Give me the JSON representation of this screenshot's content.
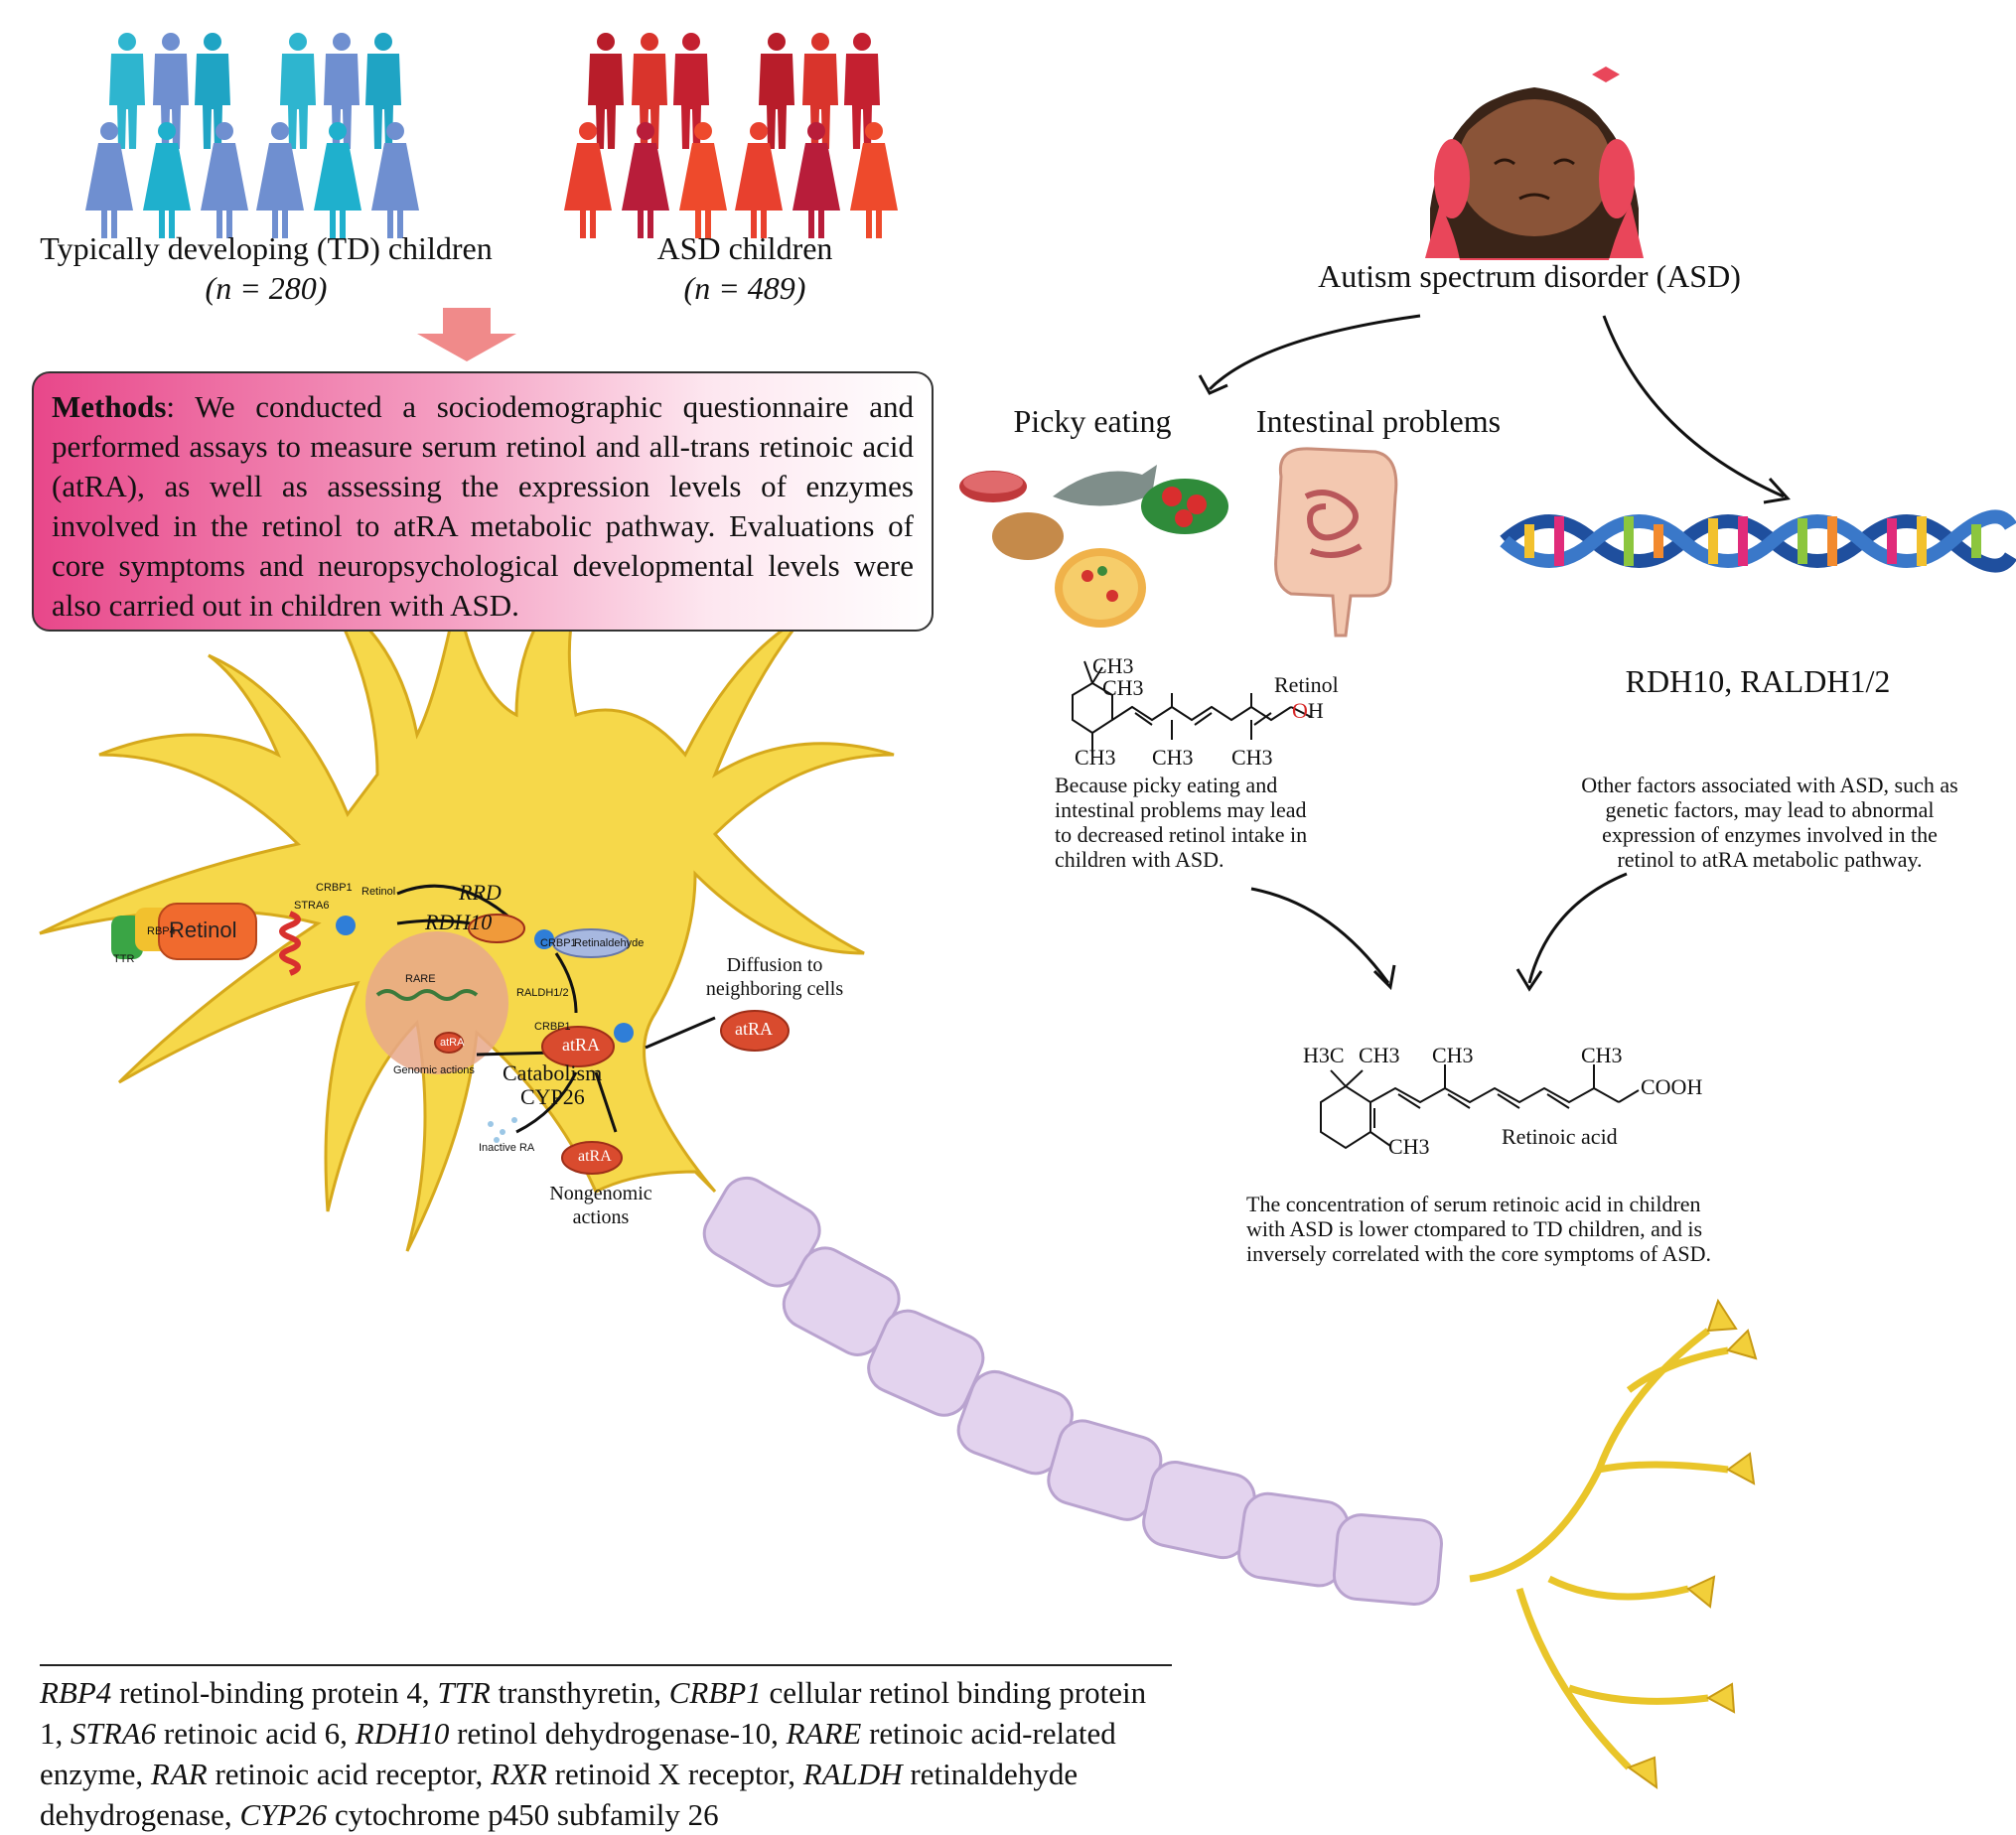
{
  "groups": {
    "td": {
      "label": "Typically developing (TD) children",
      "n_label": "(n = 280)",
      "color": "#2eb5cf"
    },
    "asd": {
      "label": "ASD children",
      "n_label": "(n = 489)",
      "color": "#d4232a"
    }
  },
  "methods": {
    "heading": "Methods",
    "text": ": We conducted a sociodemographic questionnaire and performed assays to measure serum retinol and all-trans retinoic acid (atRA), as well as assessing the expression levels of enzymes involved in the retinol to atRA metabolic pathway. Evaluations of core symptoms and neuropsychological developmental levels were also carried out in children with ASD."
  },
  "asd_title": "Autism spectrum disorder (ASD)",
  "picky_eating": "Picky eating",
  "intestinal_problems": "Intestinal problems",
  "enzymes_label": "RDH10, RALDH1/2",
  "retinol": {
    "name": "Retinol",
    "ch3_a": "CH3",
    "ch3_b": "CH3",
    "ch3_c": "CH3",
    "ch3_d": "CH3",
    "ch3_e": "CH3",
    "oh": "OH",
    "note": "Because picky eating and intestinal problems may lead to decreased retinol intake in children with ASD."
  },
  "other_factors": "Other factors associated with ASD, such as genetic factors, may lead to abnormal expression of enzymes involved in the retinol to atRA metabolic pathway.",
  "retinoic_acid": {
    "name": "Retinoic acid",
    "h3c": "H3C",
    "ch3_a": "CH3",
    "ch3_b": "CH3",
    "ch3_c": "CH3",
    "ch3_d": "CH3",
    "cooh": "COOH",
    "note": "The concentration of serum retinoic acid in children with ASD is lower ctompared to TD children, and is inversely correlated with the core symptoms of ASD."
  },
  "neuron": {
    "retinol": "Retinol",
    "rrd": "RRD",
    "rdh10": "RDH10",
    "crbp1_a": "CRBP1",
    "crbp1_b": "CRBP1",
    "crbp1_c": "CRBP1",
    "retinol_small": "Retinol",
    "retinaldehyde": "Retinaldehyde",
    "stra6": "STRA6",
    "rbp4": "RBP4",
    "ttr": "TTR",
    "raldh": "RALDH1/2",
    "rare": "RARE",
    "genomic": "Genomic actions",
    "atra_main": "atRA",
    "atra_nucleus": "atRA",
    "atra_diffusion": "atRA",
    "atra_nongenomic": "atRA",
    "diffusion": "Diffusion to neighboring cells",
    "catabolism": "Catabolism",
    "cyp26": "CYP26",
    "inactive": "Inactive RA",
    "nongenomic": "Nongenomic actions"
  },
  "legend": [
    {
      "abbr": "RBP4",
      "def": " retinol-binding protein 4, "
    },
    {
      "abbr": "TTR",
      "def": " transthyretin, "
    },
    {
      "abbr": "CRBP1",
      "def": " cellular retinol binding protein 1, "
    },
    {
      "abbr": "STRA6",
      "def": " retinoic acid 6, "
    },
    {
      "abbr": "RDH10",
      "def": " retinol dehydrogenase-10, "
    },
    {
      "abbr": "RARE",
      "def": " retinoic acid-related enzyme, "
    },
    {
      "abbr": "RAR",
      "def": " retinoic acid receptor, "
    },
    {
      "abbr": "RXR",
      "def": " retinoid X receptor, "
    },
    {
      "abbr": "RALDH",
      "def": " retinaldehyde dehydrogenase, "
    },
    {
      "abbr": "CYP26",
      "def": " cytochrome p450 subfamily 26"
    }
  ]
}
